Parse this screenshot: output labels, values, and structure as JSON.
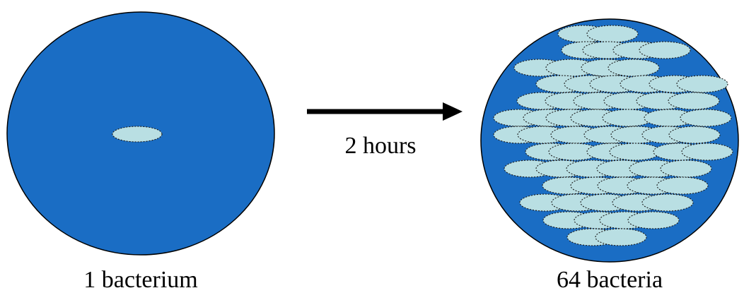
{
  "dish_before": {
    "caption": "1 bacterium",
    "bacteria_count": 1
  },
  "transition": {
    "label": "2 hours"
  },
  "dish_after": {
    "caption": "64 bacteria",
    "bacteria_count": 64
  },
  "colors": {
    "dish_fill": "#1a6dc4",
    "bacterium_fill": "#b9dfe3",
    "outline": "#000000"
  }
}
